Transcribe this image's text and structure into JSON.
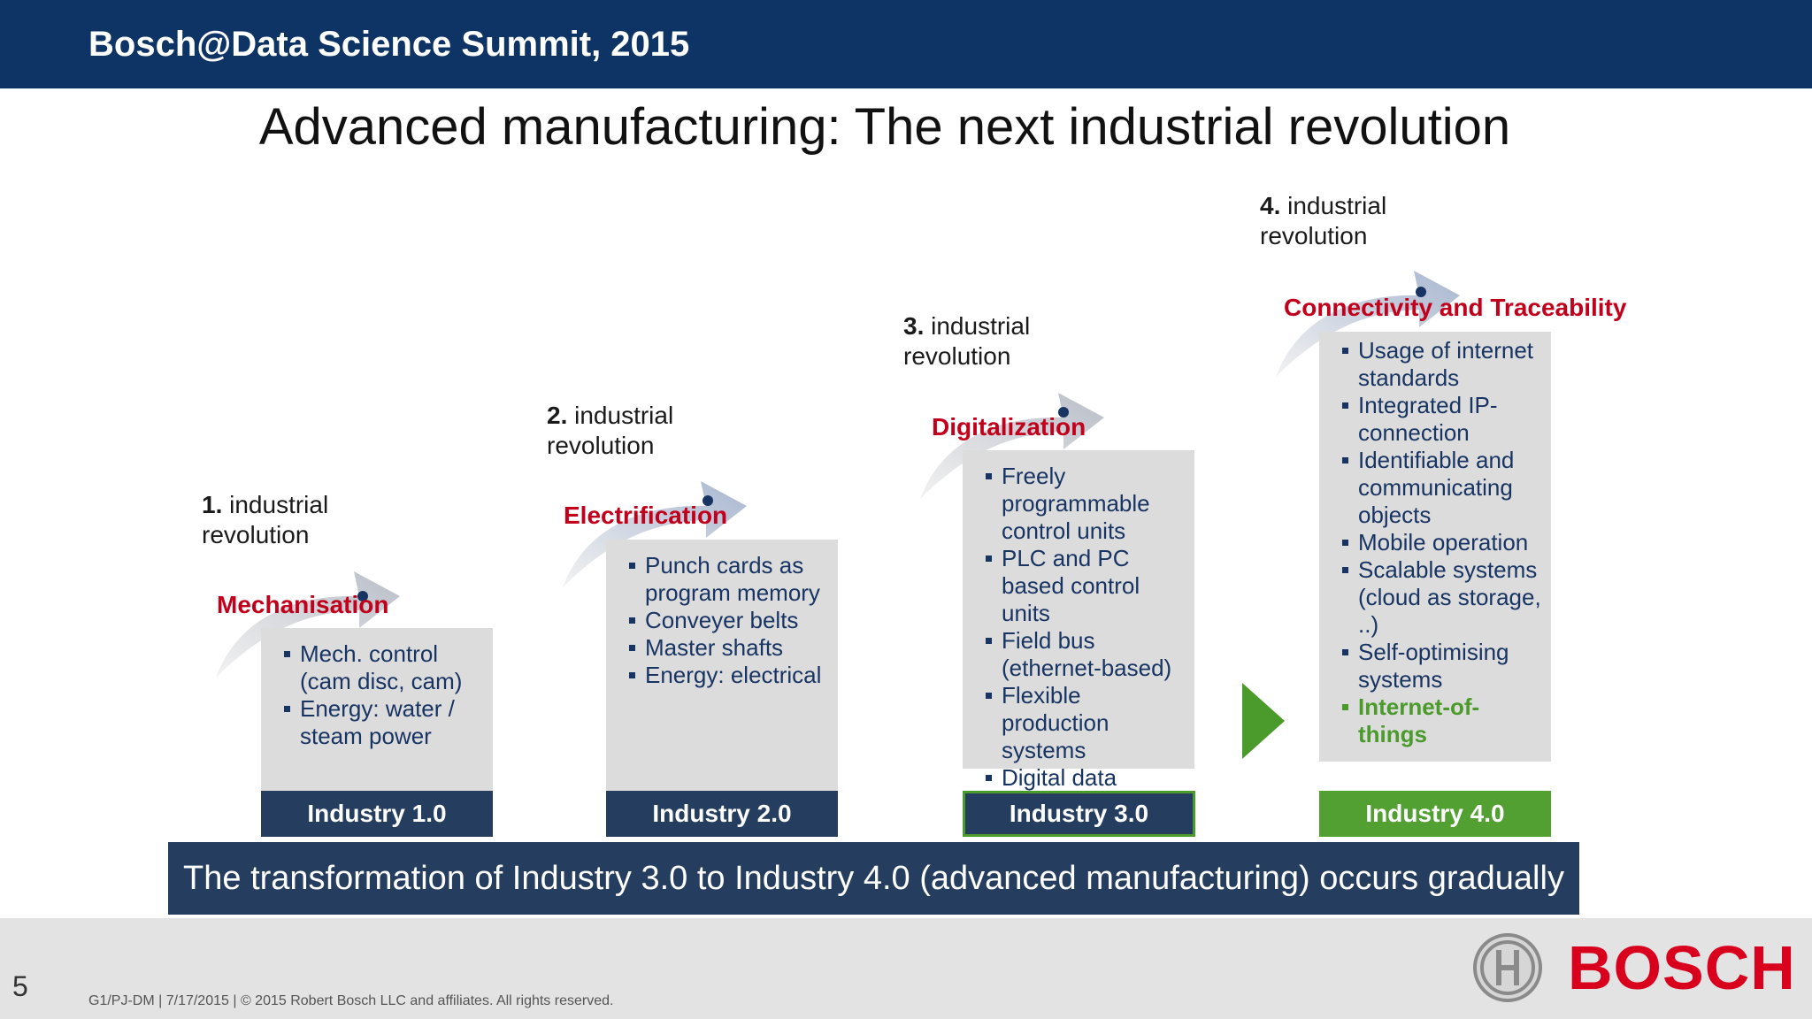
{
  "header": {
    "title": "Bosch@Data Science Summit, 2015"
  },
  "slide": {
    "title": "Advanced manufacturing: The next industrial revolution"
  },
  "revolutions": [
    {
      "num": "1.",
      "label_line1": "industrial",
      "label_line2": "revolution",
      "stage": "Mechanisation",
      "items": [
        "Mech. control (cam disc, cam)",
        "Energy: water / steam power"
      ],
      "industry": "Industry 1.0"
    },
    {
      "num": "2.",
      "label_line1": "industrial",
      "label_line2": "revolution",
      "stage": "Electrification",
      "items": [
        "Punch cards as program memory",
        "Conveyer belts",
        "Master shafts",
        "Energy: electrical"
      ],
      "industry": "Industry 2.0"
    },
    {
      "num": "3.",
      "label_line1": "industrial",
      "label_line2": "revolution",
      "stage": "Digitalization",
      "items": [
        "Freely programmable control units",
        "PLC and PC based control units",
        "Field bus (ethernet-based)",
        "Flexible production systems",
        "Digital data storage"
      ],
      "industry": "Industry 3.0"
    },
    {
      "num": "4.",
      "label_line1": "industrial",
      "label_line2": "revolution",
      "stage": "Connectivity and Traceability",
      "items": [
        "Usage of internet standards",
        "Integrated IP-connection",
        "Identifiable and communicating objects",
        "Mobile operation",
        "Scalable systems (cloud as storage, ..)",
        "Self-optimising systems",
        "Internet-of-things"
      ],
      "industry": "Industry 4.0"
    }
  ],
  "banner": {
    "text": "The transformation of Industry 3.0 to Industry 4.0 (advanced manufacturing) occurs gradually"
  },
  "footer": {
    "page_number": "5",
    "text": "G1/PJ-DM | 7/17/2015 | © 2015 Robert Bosch LLC and affiliates. All rights reserved.",
    "brand": "BOSCH"
  },
  "colors": {
    "header_bg": "#0d3464",
    "stage_red": "#c3001b",
    "navy": "#253e5f",
    "green": "#52a031",
    "box_grey": "#dddcdd"
  },
  "icons": [
    "curved-arrow-icon",
    "play-arrow-icon",
    "bosch-logo-icon"
  ]
}
